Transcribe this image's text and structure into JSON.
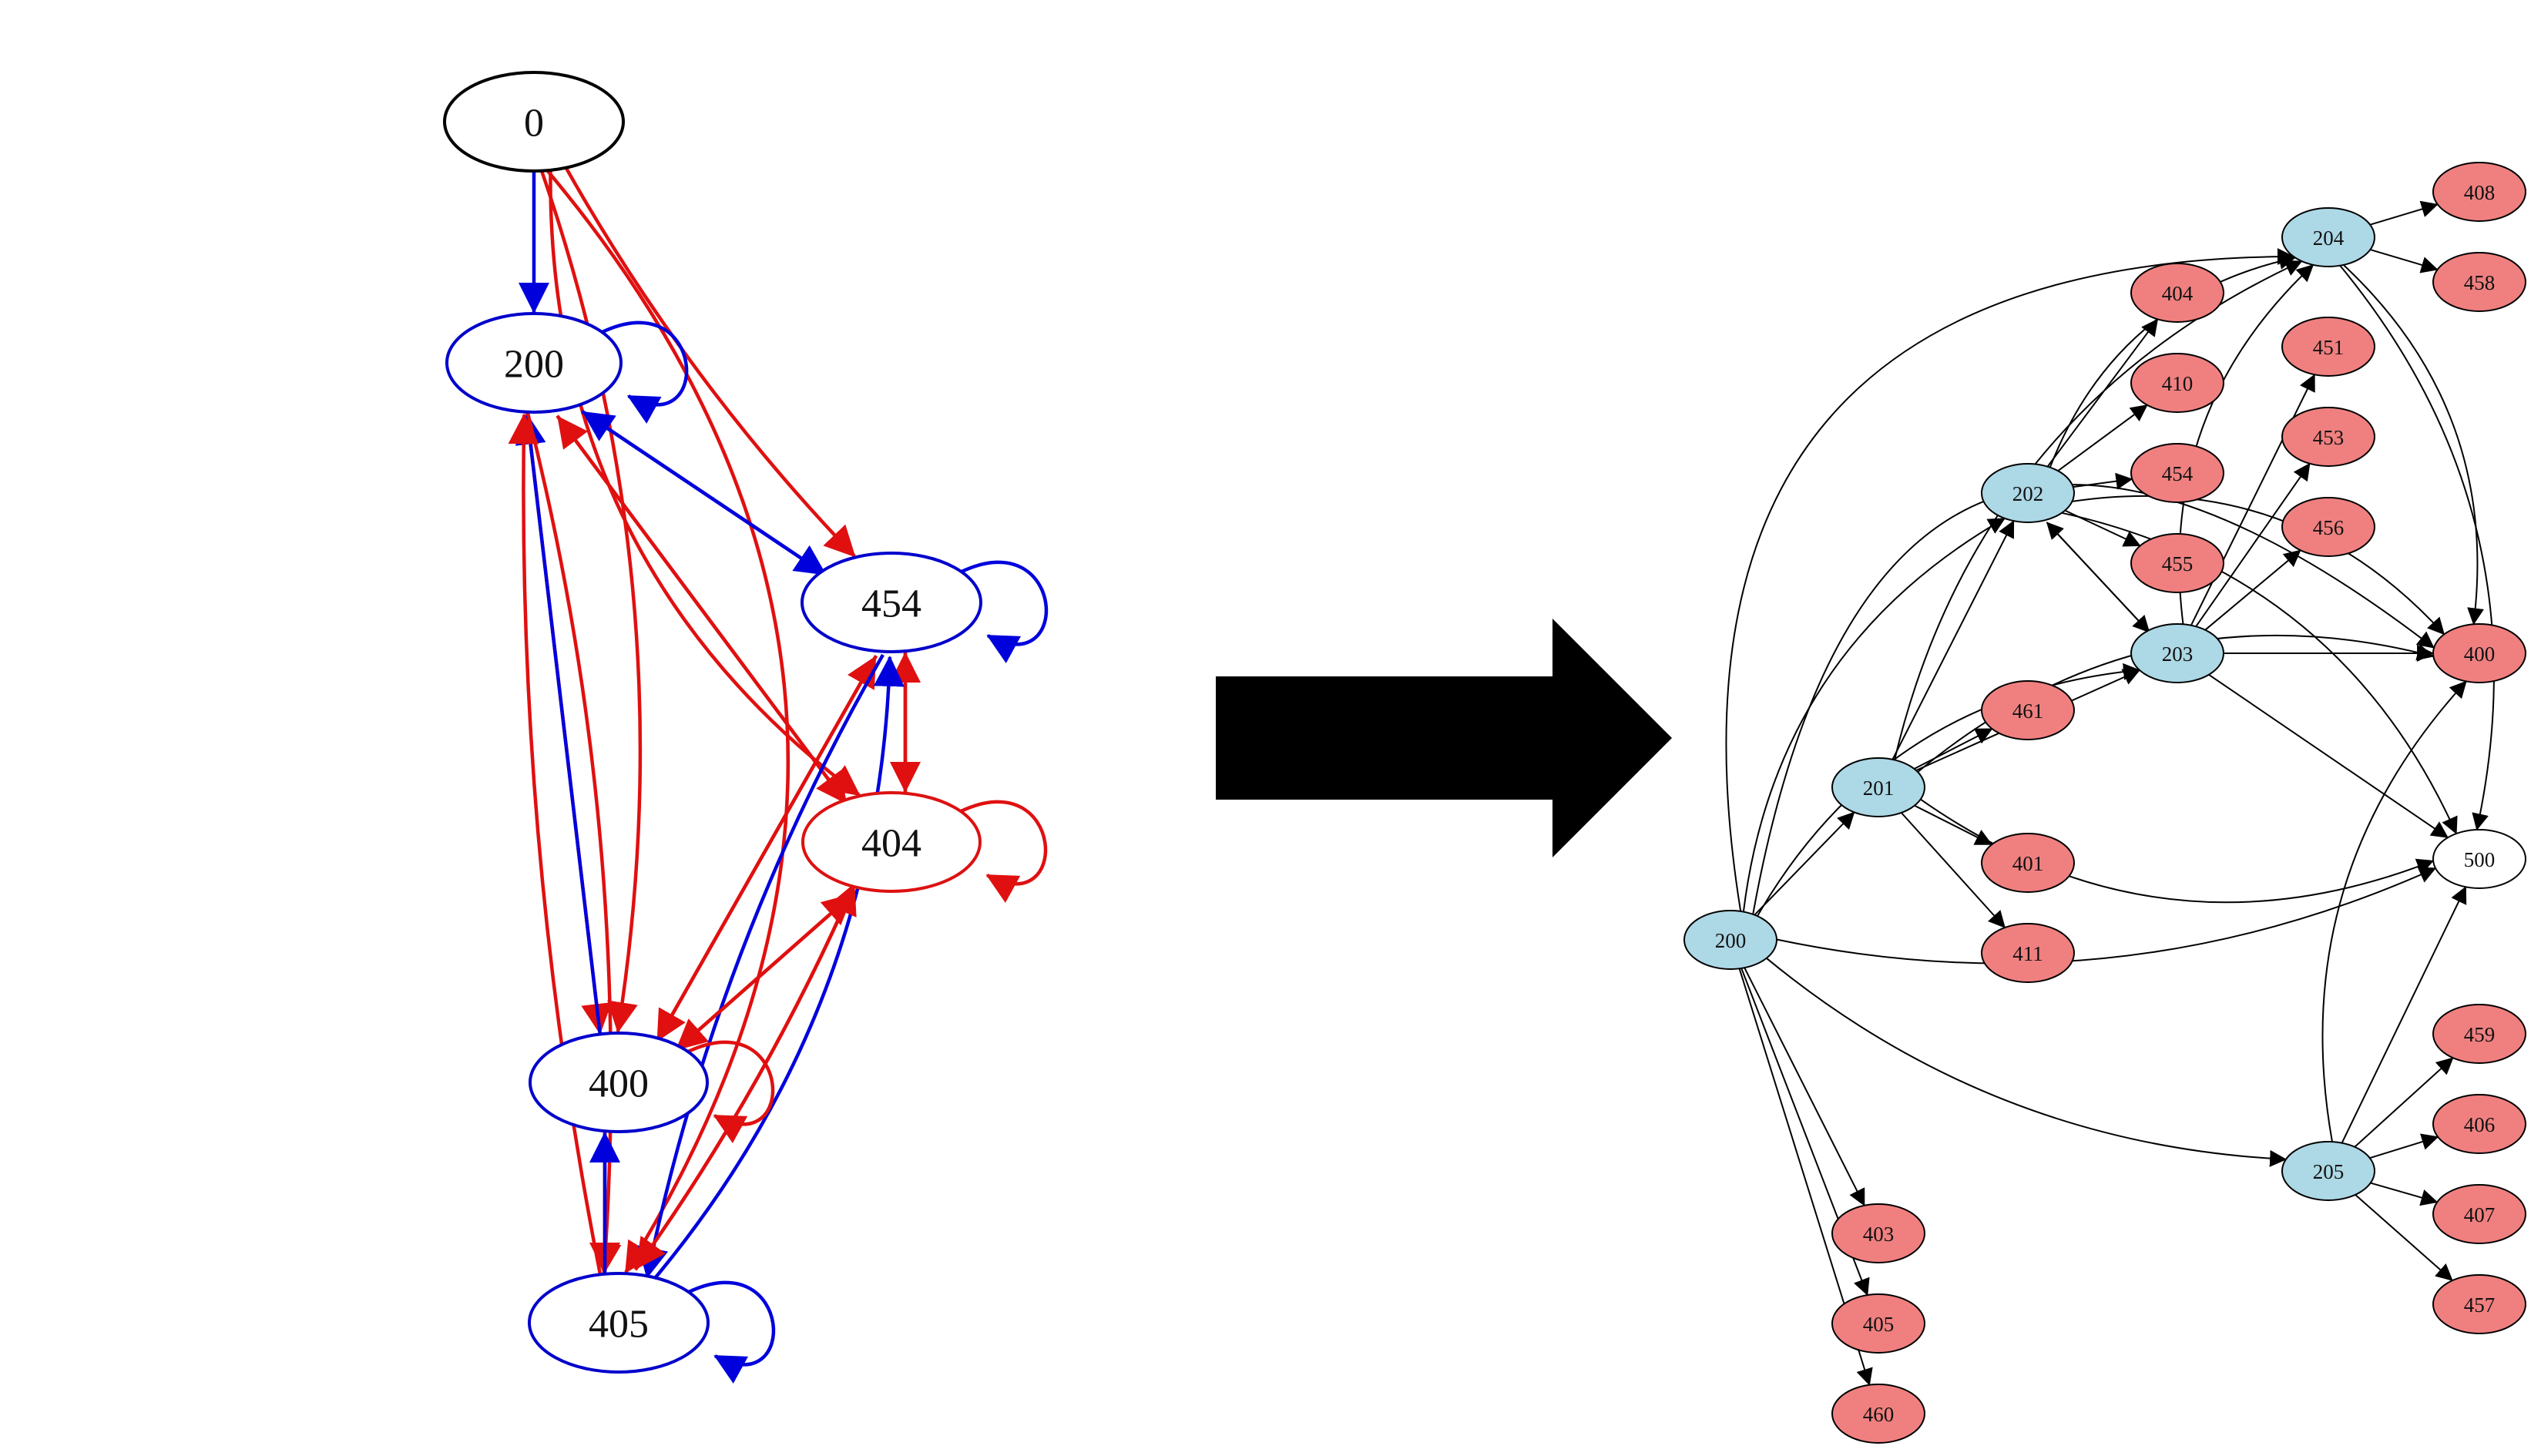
{
  "left_graph": {
    "nodes": [
      {
        "id": "0",
        "label": "0",
        "stroke": "#000000"
      },
      {
        "id": "200",
        "label": "200",
        "stroke": "#0000cc"
      },
      {
        "id": "454",
        "label": "454",
        "stroke": "#0000cc"
      },
      {
        "id": "404",
        "label": "404",
        "stroke": "#dd1111"
      },
      {
        "id": "400",
        "label": "400",
        "stroke": "#0000cc"
      },
      {
        "id": "405",
        "label": "405",
        "stroke": "#0000cc"
      }
    ],
    "edges": [
      {
        "from": "0",
        "to": "200",
        "color": "blue"
      },
      {
        "from": "0",
        "to": "454",
        "color": "red"
      },
      {
        "from": "0",
        "to": "404",
        "color": "red"
      },
      {
        "from": "0",
        "to": "400",
        "color": "red"
      },
      {
        "from": "0",
        "to": "405",
        "color": "red"
      },
      {
        "from": "200",
        "to": "200",
        "color": "blue"
      },
      {
        "from": "200",
        "to": "454",
        "color": "blue"
      },
      {
        "from": "454",
        "to": "200",
        "color": "blue"
      },
      {
        "from": "200",
        "to": "404",
        "color": "red"
      },
      {
        "from": "404",
        "to": "200",
        "color": "red"
      },
      {
        "from": "200",
        "to": "400",
        "color": "red"
      },
      {
        "from": "400",
        "to": "200",
        "color": "blue"
      },
      {
        "from": "200",
        "to": "405",
        "color": "red"
      },
      {
        "from": "405",
        "to": "200",
        "color": "red"
      },
      {
        "from": "454",
        "to": "454",
        "color": "blue"
      },
      {
        "from": "454",
        "to": "404",
        "color": "red"
      },
      {
        "from": "404",
        "to": "454",
        "color": "red"
      },
      {
        "from": "454",
        "to": "400",
        "color": "red"
      },
      {
        "from": "400",
        "to": "454",
        "color": "red"
      },
      {
        "from": "454",
        "to": "405",
        "color": "blue"
      },
      {
        "from": "405",
        "to": "454",
        "color": "blue"
      },
      {
        "from": "404",
        "to": "404",
        "color": "red"
      },
      {
        "from": "404",
        "to": "400",
        "color": "red"
      },
      {
        "from": "400",
        "to": "404",
        "color": "red"
      },
      {
        "from": "404",
        "to": "405",
        "color": "red"
      },
      {
        "from": "405",
        "to": "404",
        "color": "red"
      },
      {
        "from": "400",
        "to": "400",
        "color": "red"
      },
      {
        "from": "400",
        "to": "405",
        "color": "red"
      },
      {
        "from": "405",
        "to": "400",
        "color": "blue"
      },
      {
        "from": "405",
        "to": "405",
        "color": "blue"
      }
    ]
  },
  "right_graph": {
    "nodes": [
      {
        "id": "200",
        "label": "200",
        "kind": "state"
      },
      {
        "id": "201",
        "label": "201",
        "kind": "state"
      },
      {
        "id": "202",
        "label": "202",
        "kind": "state"
      },
      {
        "id": "203",
        "label": "203",
        "kind": "state"
      },
      {
        "id": "204",
        "label": "204",
        "kind": "state"
      },
      {
        "id": "205",
        "label": "205",
        "kind": "state"
      },
      {
        "id": "r404",
        "label": "404",
        "kind": "error"
      },
      {
        "id": "r410",
        "label": "410",
        "kind": "error"
      },
      {
        "id": "r454",
        "label": "454",
        "kind": "error"
      },
      {
        "id": "r455",
        "label": "455",
        "kind": "error"
      },
      {
        "id": "r461",
        "label": "461",
        "kind": "error"
      },
      {
        "id": "r401",
        "label": "401",
        "kind": "error"
      },
      {
        "id": "r411",
        "label": "411",
        "kind": "error"
      },
      {
        "id": "r451",
        "label": "451",
        "kind": "error"
      },
      {
        "id": "r453",
        "label": "453",
        "kind": "error"
      },
      {
        "id": "r456",
        "label": "456",
        "kind": "error"
      },
      {
        "id": "r408",
        "label": "408",
        "kind": "error"
      },
      {
        "id": "r458",
        "label": "458",
        "kind": "error"
      },
      {
        "id": "r400",
        "label": "400",
        "kind": "error"
      },
      {
        "id": "r500",
        "label": "500",
        "kind": "neutral"
      },
      {
        "id": "r459",
        "label": "459",
        "kind": "error"
      },
      {
        "id": "r406",
        "label": "406",
        "kind": "error"
      },
      {
        "id": "r407",
        "label": "407",
        "kind": "error"
      },
      {
        "id": "r457",
        "label": "457",
        "kind": "error"
      },
      {
        "id": "r403",
        "label": "403",
        "kind": "error"
      },
      {
        "id": "r405",
        "label": "405",
        "kind": "error"
      },
      {
        "id": "r460",
        "label": "460",
        "kind": "error"
      }
    ],
    "edges": [
      {
        "from": "200",
        "to": "201"
      },
      {
        "from": "200",
        "to": "202"
      },
      {
        "from": "200",
        "to": "203"
      },
      {
        "from": "200",
        "to": "204"
      },
      {
        "from": "200",
        "to": "205"
      },
      {
        "from": "200",
        "to": "r400"
      },
      {
        "from": "200",
        "to": "r500"
      },
      {
        "from": "200",
        "to": "r403"
      },
      {
        "from": "200",
        "to": "r405"
      },
      {
        "from": "200",
        "to": "r460"
      },
      {
        "from": "201",
        "to": "202"
      },
      {
        "from": "201",
        "to": "203"
      },
      {
        "from": "201",
        "to": "204"
      },
      {
        "from": "201",
        "to": "r461"
      },
      {
        "from": "201",
        "to": "r401"
      },
      {
        "from": "201",
        "to": "r411"
      },
      {
        "from": "201",
        "to": "r400"
      },
      {
        "from": "201",
        "to": "r500"
      },
      {
        "from": "202",
        "to": "r404"
      },
      {
        "from": "202",
        "to": "r410"
      },
      {
        "from": "202",
        "to": "r454"
      },
      {
        "from": "202",
        "to": "r455"
      },
      {
        "from": "202",
        "to": "203"
      },
      {
        "from": "203",
        "to": "202"
      },
      {
        "from": "202",
        "to": "204"
      },
      {
        "from": "202",
        "to": "r400"
      },
      {
        "from": "202",
        "to": "r500"
      },
      {
        "from": "203",
        "to": "r451"
      },
      {
        "from": "203",
        "to": "r453"
      },
      {
        "from": "203",
        "to": "r456"
      },
      {
        "from": "203",
        "to": "204"
      },
      {
        "from": "203",
        "to": "r400"
      },
      {
        "from": "203",
        "to": "r500"
      },
      {
        "from": "204",
        "to": "r408"
      },
      {
        "from": "204",
        "to": "r458"
      },
      {
        "from": "204",
        "to": "r400"
      },
      {
        "from": "204",
        "to": "r500"
      },
      {
        "from": "205",
        "to": "r459"
      },
      {
        "from": "205",
        "to": "r406"
      },
      {
        "from": "205",
        "to": "r407"
      },
      {
        "from": "205",
        "to": "r457"
      },
      {
        "from": "205",
        "to": "r400"
      },
      {
        "from": "205",
        "to": "r500"
      }
    ]
  },
  "colors": {
    "edge_red": "#e01010",
    "edge_blue": "#0000dd",
    "state_fill": "#add8e6",
    "error_fill": "#f08080",
    "neutral_fill": "#ffffff",
    "arrow": "#000000"
  },
  "icons": {
    "transform_arrow": "right-arrow-icon"
  }
}
